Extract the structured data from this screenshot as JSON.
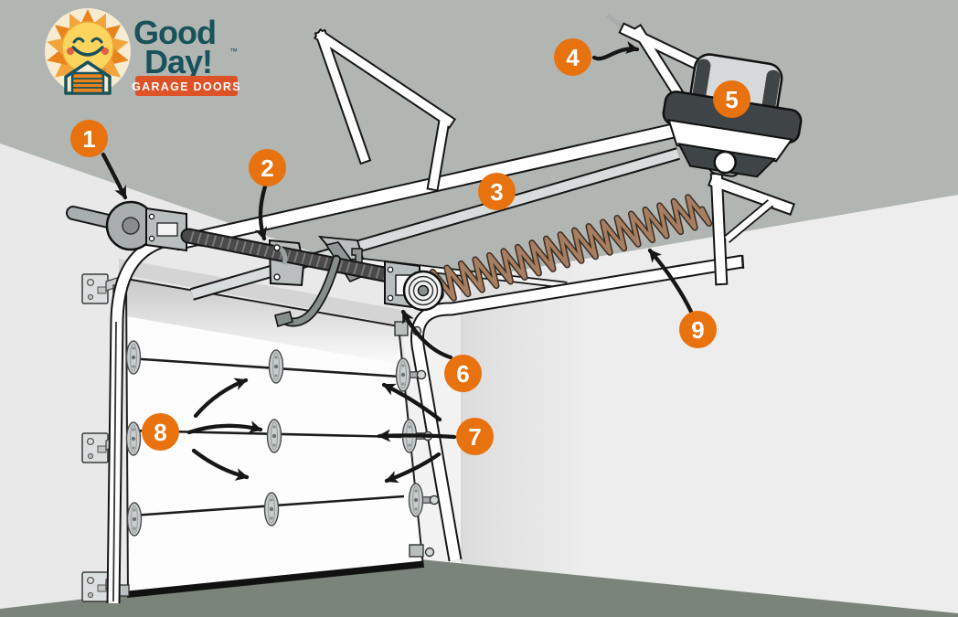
{
  "logo": {
    "word1": "Good",
    "word2": "Day!",
    "trademark": "™",
    "banner": "GARAGE DOORS"
  },
  "callouts": [
    {
      "number": "1"
    },
    {
      "number": "2"
    },
    {
      "number": "3"
    },
    {
      "number": "4"
    },
    {
      "number": "5"
    },
    {
      "number": "6"
    },
    {
      "number": "7"
    },
    {
      "number": "8"
    },
    {
      "number": "9"
    }
  ],
  "colors": {
    "accent": "#E8720E",
    "ceiling": "#B1B6B2",
    "wall": "#E9E9E9",
    "right_wall": "#EDEDED",
    "floor": "#7B847B",
    "door": "#FDFDFD",
    "track_white": "#FFFFFF",
    "rail_gray": "#D9DCDC",
    "metal": "#B9BEBE",
    "dark_metal": "#3F4447",
    "spring_brown": "#A87E60",
    "spring_dark": "#3A2D24",
    "outline": "#161616",
    "logo_teal": "#19525B",
    "logo_orange": "#E8831D",
    "logo_banner": "#DD5226",
    "logo_cream": "#F7ECD2",
    "logo_face": "#FDD55E"
  }
}
